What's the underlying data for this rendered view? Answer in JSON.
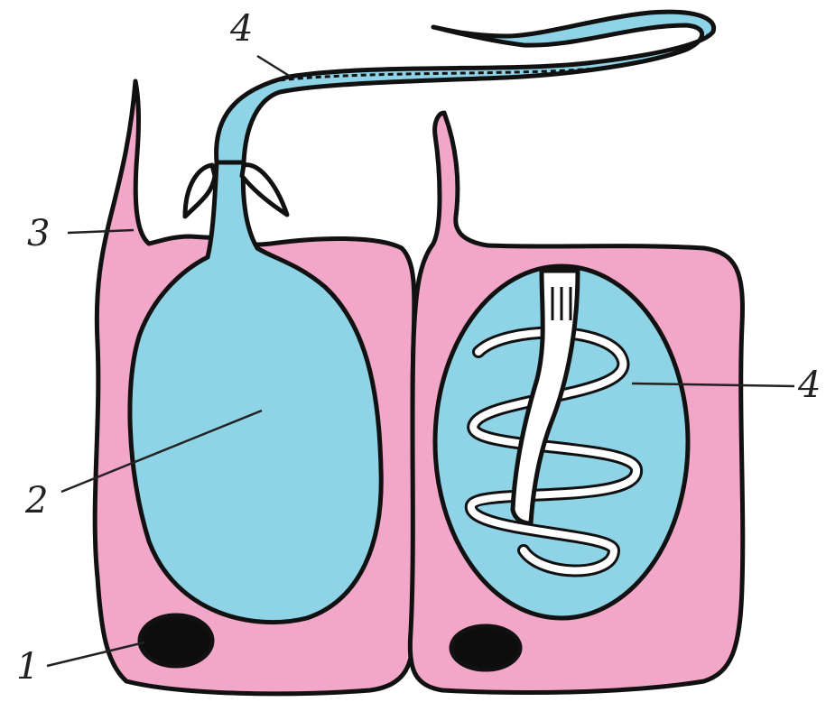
{
  "diagram": {
    "colors": {
      "cell_fill": "#f2a6c8",
      "capsule_fill": "#8fd3e6",
      "nucleus_fill": "#0d0d0d",
      "outline": "#111111",
      "thread_fill": "#ffffff",
      "background": "#ffffff"
    },
    "labels": {
      "nucleus": "1",
      "capsule": "2",
      "cnidocil": "3",
      "thread_discharged": "4",
      "thread_coiled": "4"
    }
  }
}
